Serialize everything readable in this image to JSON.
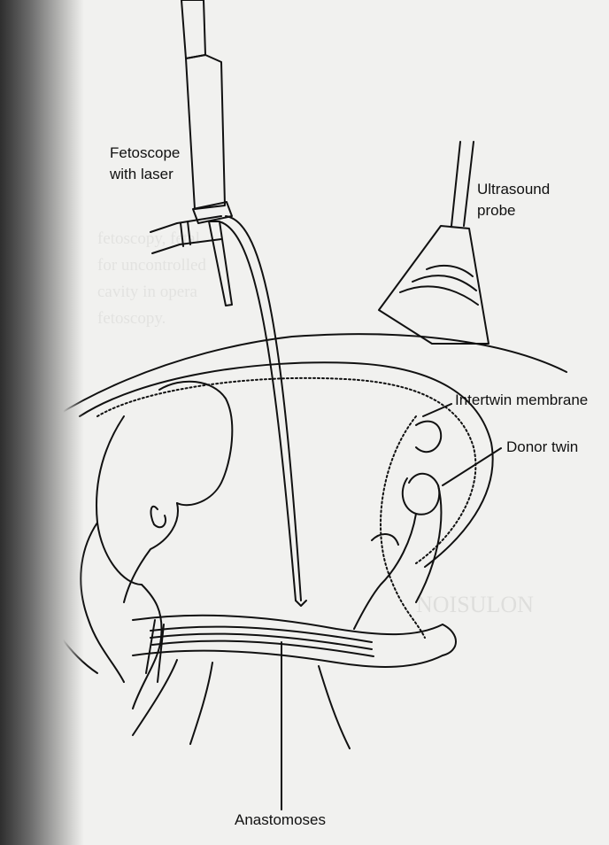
{
  "labels": {
    "fetoscope_line1": "Fetoscope",
    "fetoscope_line2": "with laser",
    "ultrasound_line1": "Ultrasound",
    "ultrasound_line2": "probe",
    "intertwin_membrane": "Intertwin membrane",
    "donor_twin": "Donor twin",
    "anastomoses": "Anastomoses"
  },
  "colors": {
    "ink": "#111111",
    "paper": "#f1f1ef",
    "bleed_text": "#c9c9c6"
  },
  "icons": [
    "fetoscope-icon",
    "ultrasound-probe-icon"
  ]
}
